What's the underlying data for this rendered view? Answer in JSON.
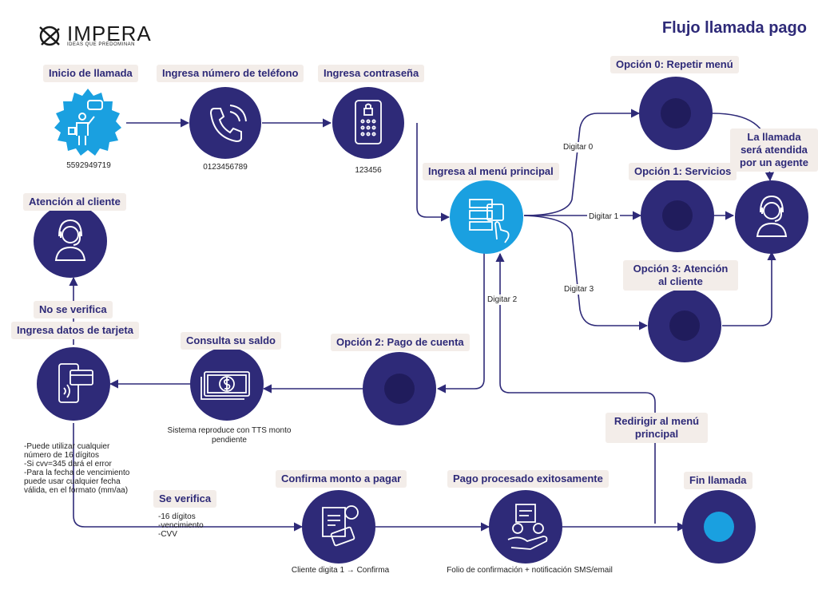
{
  "header": {
    "title": "Flujo llamada pago",
    "logo_text": "IMPERA",
    "logo_tagline": "IDEAS QUE PREDOMINAN"
  },
  "nodes": {
    "start": {
      "label": "Inicio de llamada",
      "caption": "5592949719"
    },
    "phone": {
      "label": "Ingresa número de teléfono",
      "caption": "0123456789"
    },
    "password": {
      "label": "Ingresa contraseña",
      "caption": "123456"
    },
    "menu": {
      "label": "Ingresa al menú principal"
    },
    "opt0": {
      "label": "Opción 0: Repetir menú"
    },
    "opt1": {
      "label": "Opción 1: Servicios"
    },
    "opt3": {
      "label": "Opción 3: Atención al cliente"
    },
    "agent": {
      "label": "La llamada será atendida por un agente"
    },
    "opt2": {
      "label": "Opción 2: Pago de cuenta"
    },
    "balance": {
      "label": "Consulta su saldo",
      "caption": "Sistema reproduce con TTS monto pendiente"
    },
    "card": {
      "label": "Ingresa datos de tarjeta",
      "note": "-Puede utilizar cualquier\nnúmero de 16 dígitos\n-Si cvv=345 dará el error\n-Para la fecha de vencimiento\npuede usar cualquier fecha\nválida, en el formato (mm/aa)"
    },
    "customer": {
      "label": "Atención al cliente"
    },
    "confirm": {
      "label": "Confirma monto a pagar",
      "caption": "Cliente digita 1 → Confirma"
    },
    "processed": {
      "label": "Pago procesado exitosamente",
      "caption": "Folio de confirmación + notificación SMS/email"
    },
    "end": {
      "label": "Fin llamada"
    }
  },
  "edges": {
    "digit0": "Digitar 0",
    "digit1": "Digitar 1",
    "digit3": "Digitar 3",
    "digit2": "Digitar 2",
    "not_verified": "No se verifica",
    "verified": "Se verifica",
    "verified_note": "-16 dígitos\n-vencimiento\n-CVV",
    "redirect": "Redirigir al menú principal"
  },
  "colors": {
    "node_dark": "#2e2a78",
    "node_light": "#1aa0e0",
    "node_end_inner": "#1aa0e0",
    "label_bg": "#f3ede9",
    "text": "#2e2a78"
  },
  "icons": [
    "presenter-icon",
    "phone-call-icon",
    "keypad-lock-icon",
    "menu-touch-icon",
    "headset-agent-icon",
    "cash-icon",
    "card-contactless-icon",
    "invoice-pay-icon",
    "payment-hand-icon"
  ]
}
